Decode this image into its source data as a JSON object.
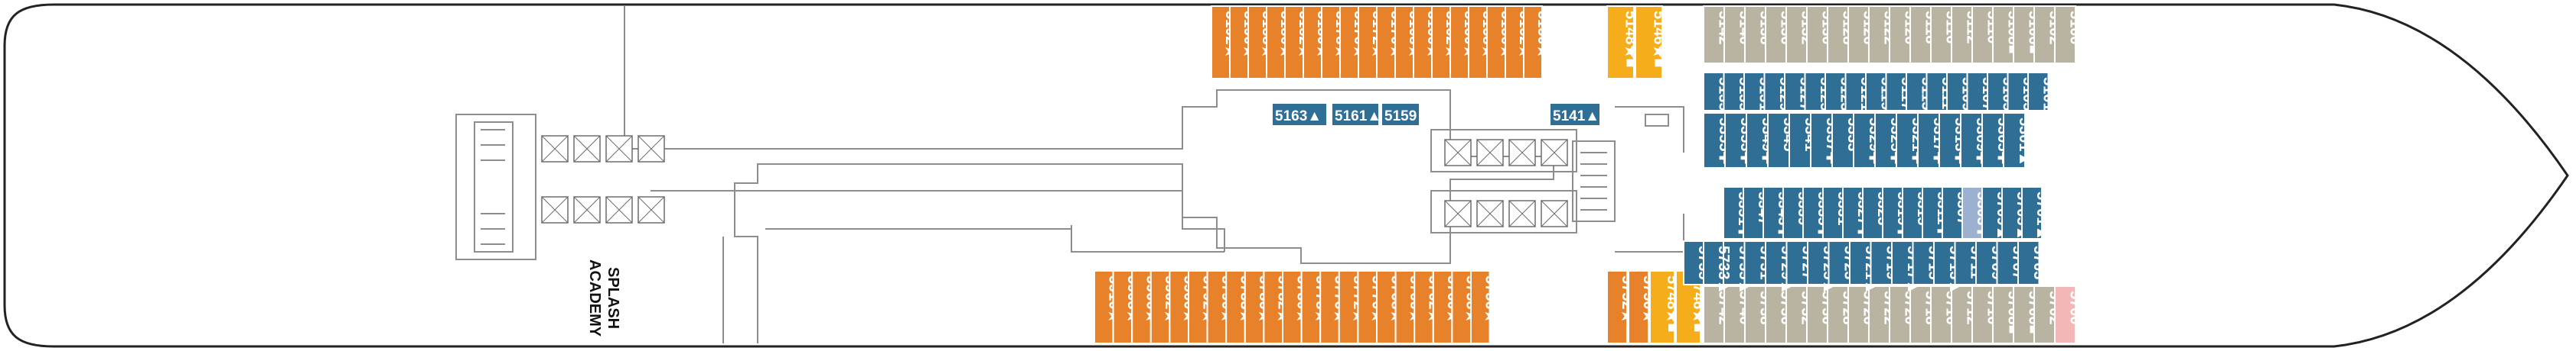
{
  "venue_label": [
    "SPLASH",
    "ACADEMY"
  ],
  "legend_colors": {
    "orange": "#e8822a",
    "yellow": "#f5ad1c",
    "blue": "#2f6e95",
    "light_blue": "#9cb1cf",
    "gray": "#b9b4a1",
    "pink": "#f4b7b7"
  },
  "fwd_top_orange": [
    "5192★",
    "5190★",
    "5188★",
    "5186★",
    "5182★",
    "5180★",
    "5178★",
    "5176★",
    "5172★",
    "5170★",
    "5168★",
    "5166★",
    "5162★",
    "5160★",
    "5158★",
    "5156★",
    "5152★",
    "5150★"
  ],
  "fwd_bottom_orange": [
    "5910★",
    "5908★",
    "5906★",
    "5902★",
    "5900★",
    "5792★",
    "5790★",
    "5788★",
    "5786★",
    "5782★",
    "5780★",
    "5778★",
    "5776★",
    "5772★",
    "5770★",
    "5768★",
    "5766★",
    "5762★",
    "5760★",
    "5758★",
    "5756★"
  ],
  "mid_top_small_blue": [
    "5163▲",
    "5161▲",
    "5159"
  ],
  "mid_top_single_blue": "5141▲",
  "yellow_top": [
    "5148★■",
    "5146★■"
  ],
  "yellow_bottom": [
    "5752★",
    "5750★",
    "5748★■",
    "5746★■"
  ],
  "gray_top": [
    "5142",
    "5140",
    "5138",
    "5136",
    "5132",
    "5130",
    "5128",
    "5126",
    "5122",
    "5120",
    "5118",
    "5116",
    "5112",
    "5110",
    "5108■",
    "5106■",
    "5102",
    "5100"
  ],
  "gray_bottom": [
    "5742",
    "5740",
    "5738",
    "5736",
    "5732",
    "5730",
    "5728",
    "5726",
    "5722",
    "5720",
    "5718",
    "5716",
    "5712",
    "5710",
    "5708■",
    "5706■",
    "5702",
    "5700"
  ],
  "blue_block_rows": [
    [
      "5135",
      "5135▲",
      "5131",
      "5129▲",
      "5127",
      "5125▲",
      "5123",
      "5121▲",
      "5119",
      "5117▲",
      "5115▲",
      "5111",
      "5109▲",
      "5107",
      "5105▲",
      "5103",
      "5101▲"
    ],
    [
      "5355✚",
      "5353✚",
      "5349✚",
      "5345",
      "5341",
      "5337✚",
      "5333",
      "5329✚",
      "5325✚",
      "5321✚",
      "5317✚",
      "5313✚",
      "5309✚",
      "5305✚",
      "5301▲"
    ],
    [
      "5351✚",
      "5347",
      "5343✚",
      "5339",
      "5335✚",
      "5331",
      "5327✚",
      "5323",
      "5319✚",
      "5315",
      "5311✚",
      "5307",
      "5303✚",
      "5709▲",
      "5705▲",
      "5701▲"
    ],
    [
      "5735▲",
      "5731",
      "5729▲",
      "5727",
      "5725▲",
      "5723",
      "5721▲",
      "5719",
      "5717▲",
      "5715",
      "5713▲",
      "5711",
      "5709",
      "5707",
      "5703"
    ],
    [
      "5735",
      "5733▲"
    ]
  ]
}
